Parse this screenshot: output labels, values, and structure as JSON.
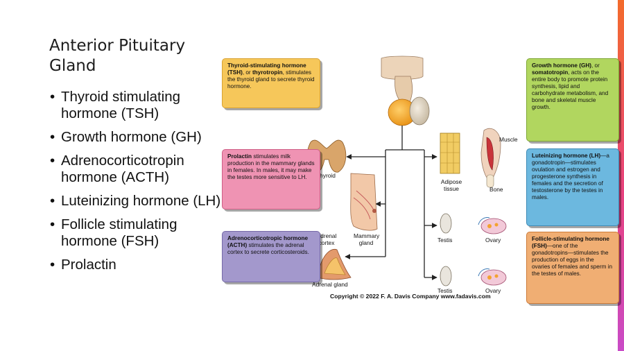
{
  "slide": {
    "title": "Anterior Pituitary Gland",
    "bullets": [
      "Thyroid stimulating hormone (TSH)",
      "Growth hormone (GH)",
      "Adrenocorticotropin hormone (ACTH)",
      "Luteinizing hormone (LH)",
      "Follicle stimulating hormone (FSH)",
      "Prolactin"
    ]
  },
  "figure": {
    "boxes": {
      "tsh": {
        "bold1": "Thyroid-stimulating hormone (TSH)",
        "mid1": ", or ",
        "bold2": "thyrotropin",
        "rest": ", stimulates the thyroid gland to secrete thyroid hormone.",
        "color": "#f6c75a"
      },
      "prolactin": {
        "bold1": "Prolactin",
        "rest": " stimulates milk production in the mammary glands in females. In males, it may make the testes more sensitive to LH.",
        "color": "#ef93b3"
      },
      "acth": {
        "bold1": "Adrenocorticotropic hormone (ACTH)",
        "rest": " stimulates the adrenal cortex to secrete corticosteroids.",
        "color": "#a398cc"
      },
      "gh": {
        "bold1": "Growth hormone (GH)",
        "mid1": ", or ",
        "bold2": "somatotropin",
        "rest": ", acts on the entire body to promote protein synthesis, lipid and carbohydrate metabolism, and bone and skeletal muscle growth.",
        "color": "#b1d65f"
      },
      "lh": {
        "bold1": "Luteinizing hormone (LH)",
        "rest": "—a gonadotropin—stimulates ovulation and estrogen and progesterone synthesis in females and the secretion of testosterone by the testes in males.",
        "color": "#6cb8df"
      },
      "fsh": {
        "bold1": "Follicle-stimulating hormone (FSH)",
        "rest": "—one of the gonadotropins—stimulates the production of eggs in the ovaries of females and sperm in the testes of males.",
        "color": "#f0ae73"
      }
    },
    "labels": {
      "thyroid": "Thyroid",
      "mammary_gland": "Mammary gland",
      "adrenal_cortex": "Adrenal cortex",
      "adrenal_gland": "Adrenal gland",
      "adipose_tissue": "Adipose tissue",
      "muscle": "Muscle",
      "bone": "Bone",
      "testis_1": "Testis",
      "ovary_1": "Ovary",
      "testis_2": "Testis",
      "ovary_2": "Ovary"
    },
    "copyright": "Copyright © 2022 F. A. Davis Company www.fadavis.com"
  },
  "theme": {
    "accent_top": "#f36b2b",
    "accent_bottom": "#c94bc7"
  }
}
